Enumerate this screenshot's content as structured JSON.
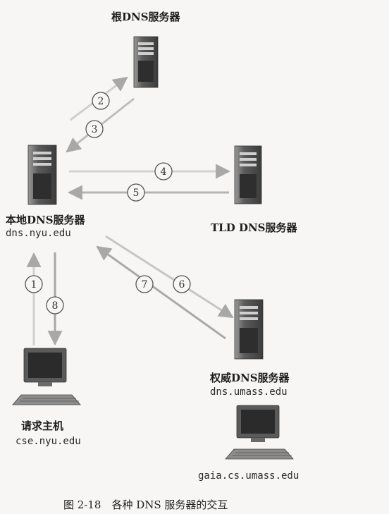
{
  "nodes": {
    "root": {
      "label": "根DNS服务器"
    },
    "local": {
      "label": "本地DNS服务器",
      "host": "dns.nyu.edu"
    },
    "tld": {
      "label": "TLD DNS服务器"
    },
    "auth": {
      "label": "权威DNS服务器",
      "host": "dns.umass.edu"
    },
    "requester": {
      "label": "请求主机",
      "host": "cse.nyu.edu"
    },
    "target": {
      "host": "gaia.cs.umass.edu"
    }
  },
  "steps": [
    "1",
    "2",
    "3",
    "4",
    "5",
    "6",
    "7",
    "8"
  ],
  "caption": "图 2-18　各种 DNS 服务器的交互",
  "colors": {
    "arrow": "#c9c9c9",
    "arrow_dark": "#9a9a9a",
    "server": "#4a4a4a",
    "server_light": "#8c8c8c",
    "screen": "#3a3a3a"
  }
}
